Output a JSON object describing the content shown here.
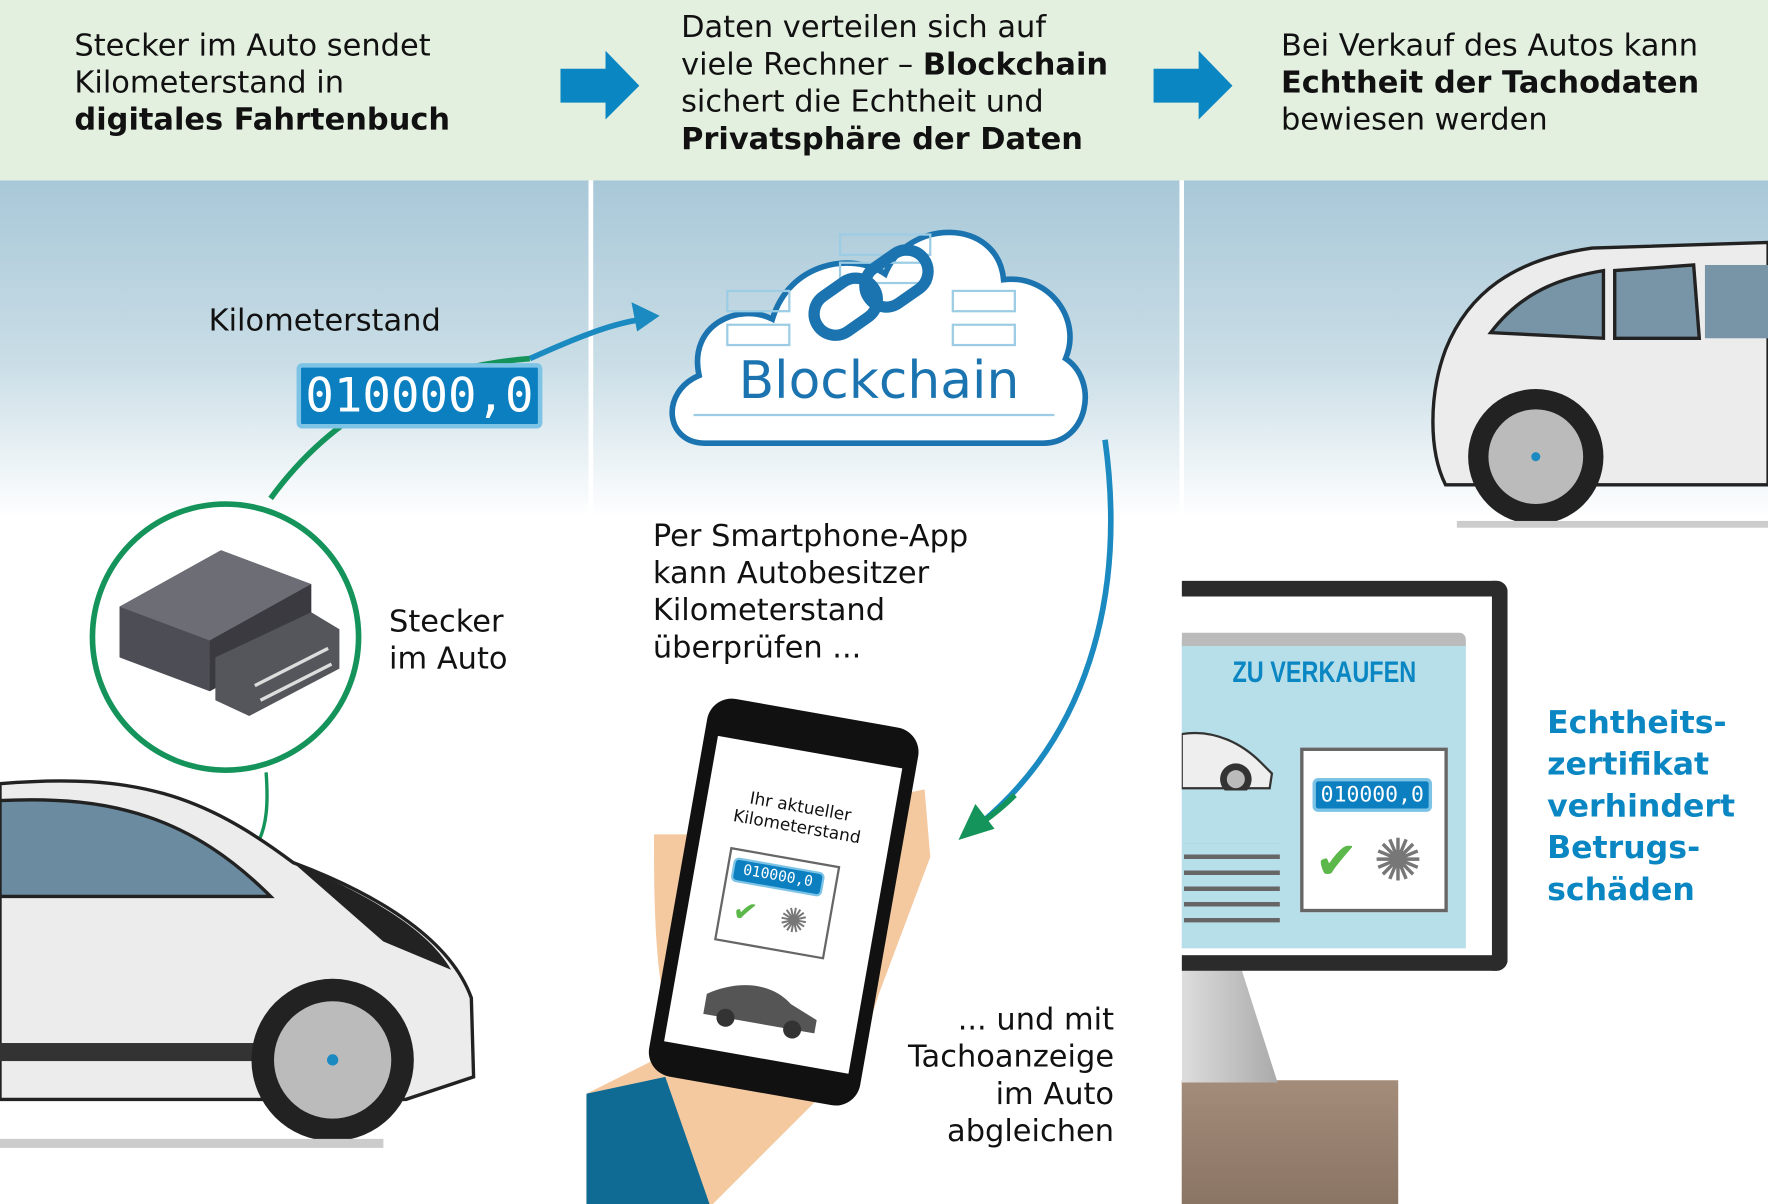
{
  "header": {
    "step1": {
      "line1": "Stecker im Auto sendet",
      "line2": "Kilometerstand in",
      "bold": "digitales Fahrtenbuch"
    },
    "step2": {
      "line1": "Daten verteilen sich auf",
      "line2a": "viele Rechner – ",
      "bold1": "Blockchain",
      "line3": "sichert die Echtheit und",
      "bold2": "Privatsphäre der Daten"
    },
    "step3": {
      "line1": "Bei Verkauf des Autos kann",
      "bold": "Echtheit der Tachodaten",
      "line3": "bewiesen werden"
    }
  },
  "panel1": {
    "odometer_label": "Kilometerstand",
    "odometer_value": "010000,0",
    "plug_label_1": "Stecker",
    "plug_label_2": "im Auto"
  },
  "panel2": {
    "cloud_label": "Blockchain",
    "app_text": [
      "Per Smartphone-App",
      "kann Autobesitzer",
      "Kilometerstand",
      "überprüfen ..."
    ],
    "phone_title_1": "Ihr aktueller",
    "phone_title_2": "Kilometerstand",
    "phone_odometer": "010000,0",
    "compare_text": [
      "... und mit",
      "Tachoanzeige",
      "im Auto",
      "abgleichen"
    ]
  },
  "panel3": {
    "listing_title": "ZU VERKAUFEN",
    "listing_odometer": "010000,0",
    "certificate_text": [
      "Echtheits-",
      "zertifikat",
      "verhindert",
      "Betrugs-",
      "schäden"
    ]
  },
  "colors": {
    "accent_blue": "#0a86c2",
    "green": "#14945a",
    "header_bg": "#e3efdf"
  }
}
